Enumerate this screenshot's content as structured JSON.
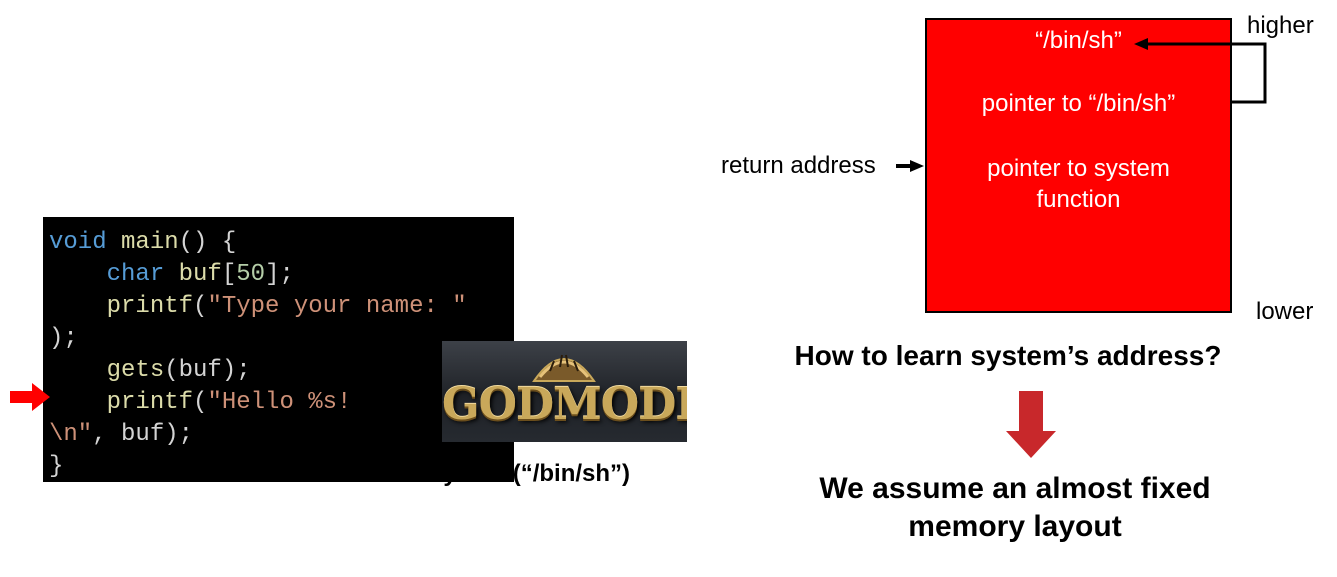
{
  "code": {
    "lines": [
      [
        {
          "c": "kw",
          "t": "void"
        },
        {
          "c": "tx",
          "t": " "
        },
        {
          "c": "fn",
          "t": "main"
        },
        {
          "c": "tx",
          "t": "() {"
        }
      ],
      [
        {
          "c": "tx",
          "t": "    "
        },
        {
          "c": "kw",
          "t": "char"
        },
        {
          "c": "tx",
          "t": " "
        },
        {
          "c": "fn",
          "t": "buf"
        },
        {
          "c": "tx",
          "t": "["
        },
        {
          "c": "nm",
          "t": "50"
        },
        {
          "c": "tx",
          "t": "];"
        }
      ],
      [
        {
          "c": "tx",
          "t": "    "
        },
        {
          "c": "fn",
          "t": "printf"
        },
        {
          "c": "tx",
          "t": "("
        },
        {
          "c": "st",
          "t": "\"Type your name: \""
        }
      ],
      [
        {
          "c": "tx",
          "t": ");"
        }
      ],
      [
        {
          "c": "tx",
          "t": "    "
        },
        {
          "c": "fn",
          "t": "gets"
        },
        {
          "c": "tx",
          "t": "(buf);"
        }
      ],
      [
        {
          "c": "tx",
          "t": "    "
        },
        {
          "c": "fn",
          "t": "printf"
        },
        {
          "c": "tx",
          "t": "("
        },
        {
          "c": "st",
          "t": "\"Hello %s!"
        }
      ],
      [
        {
          "c": "st",
          "t": "\\n\""
        },
        {
          "c": "tx",
          "t": ", buf);"
        }
      ],
      [
        {
          "c": "tx",
          "t": "}"
        }
      ]
    ]
  },
  "call_caption": "system(“/bin/sh”)",
  "godmode_logo_text": "GODMODE",
  "stack": {
    "entry_binsh": "“/bin/sh”",
    "entry_pointer_binsh": "pointer to “/bin/sh”",
    "entry_pointer_system_line1": "pointer to system",
    "entry_pointer_system_line2": "function",
    "label_higher": "higher",
    "label_lower": "lower",
    "label_return_address": "return address"
  },
  "question": "How to learn system’s address?",
  "conclusion_line1": "We assume an almost fixed",
  "conclusion_line2": "memory layout",
  "colors": {
    "stack_fill": "#ff0000",
    "down_arrow": "#c8282b",
    "pointer_arrow": "#ff0000",
    "code_bg": "#000000"
  }
}
